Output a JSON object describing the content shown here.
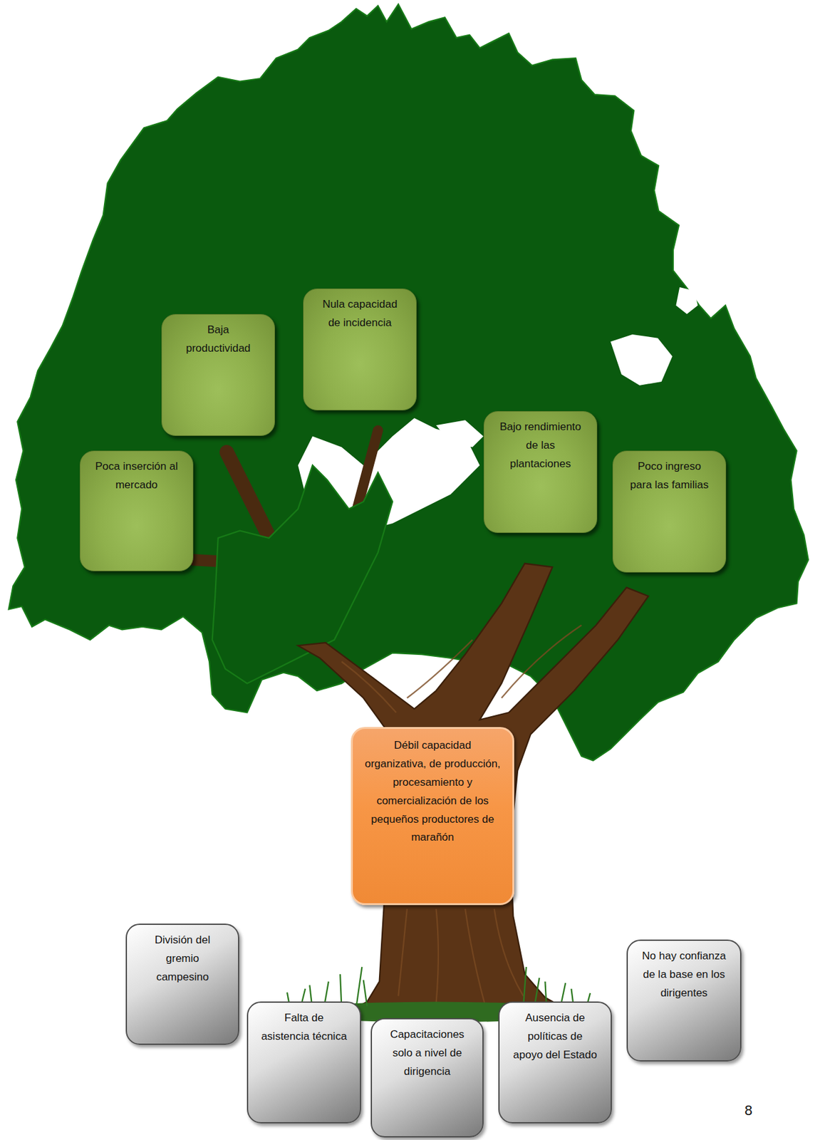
{
  "diagram": {
    "nodes": [
      {
        "text": [
          "Poca inserción al mercado"
        ]
      },
      {
        "text": [
          "Baja productividad"
        ]
      },
      {
        "text": [
          "Nula capacidad de incidencia"
        ]
      },
      {
        "text": [
          "Bajo rendimiento de las plantaciones"
        ]
      },
      {
        "text": [
          "Poco ingreso para las familias"
        ]
      },
      {
        "text": [
          "Débil capacidad organizativa, de producción, procesamiento y comercialización de los pequeños productores de marañón"
        ]
      },
      {
        "text": [
          "División del gremio campesino"
        ]
      },
      {
        "text": [
          "Falta de asistencia técnica"
        ]
      },
      {
        "text": [
          "Capacitaciones solo a nivel de dirigencia"
        ]
      },
      {
        "text": [
          "Ausencia de políticas de apoyo del Estado"
        ]
      },
      {
        "text": [
          "No hay confianza de la base en los dirigentes"
        ]
      }
    ],
    "labels": [
      "8"
    ]
  }
}
